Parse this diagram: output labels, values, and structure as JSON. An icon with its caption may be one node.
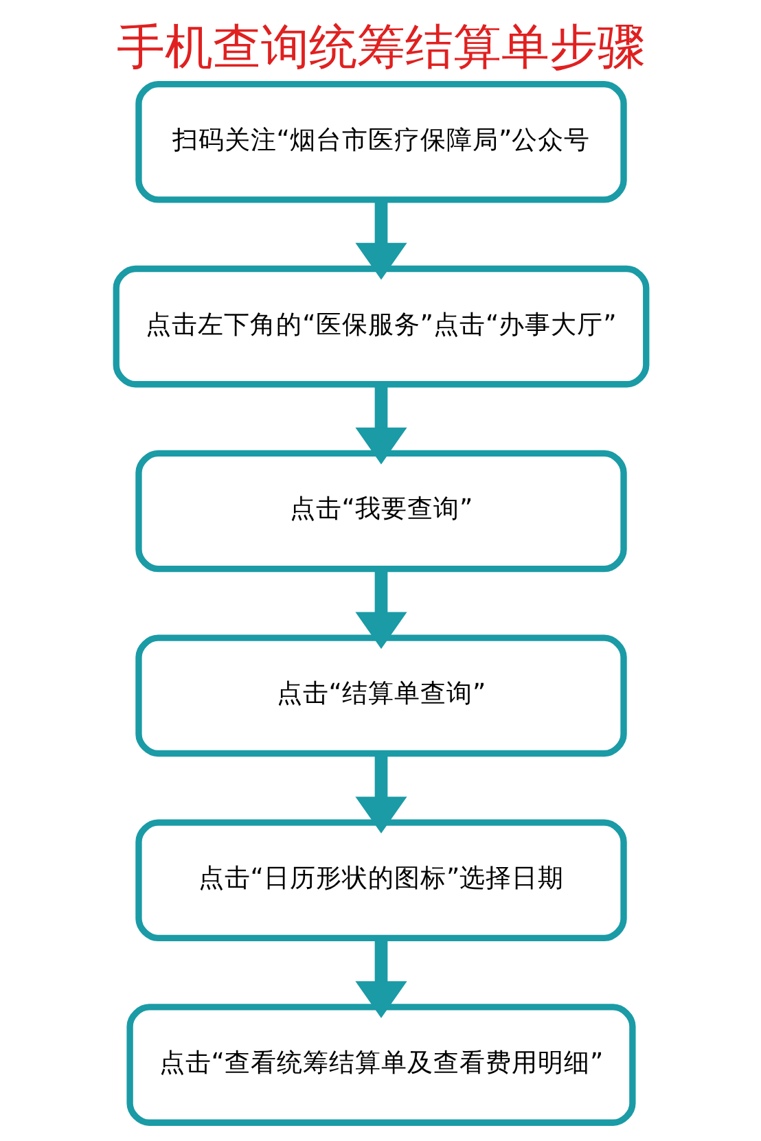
{
  "diagram": {
    "title": "手机查询统筹结算单步骤",
    "nodes": [
      {
        "text": [
          "扫码关注“烟台市医疗保障局”公众号"
        ]
      },
      {
        "text": [
          "点击左下角的“医保服务”点击“办事大厅”"
        ]
      },
      {
        "text": [
          "点击“我要查询”"
        ]
      },
      {
        "text": [
          "点击“结算单查询”"
        ]
      },
      {
        "text": [
          "点击“日历形状的图标”选择日期"
        ]
      },
      {
        "text": [
          "点击“查看统筹结算单及查看费用明细”"
        ]
      }
    ],
    "edges": [
      {
        "from": 0,
        "to": 1,
        "arrow": "to"
      },
      {
        "from": 1,
        "to": 2,
        "arrow": "to"
      },
      {
        "from": 2,
        "to": 3,
        "arrow": "to"
      },
      {
        "from": 3,
        "to": 4,
        "arrow": "to"
      },
      {
        "from": 4,
        "to": 5,
        "arrow": "to"
      }
    ]
  }
}
